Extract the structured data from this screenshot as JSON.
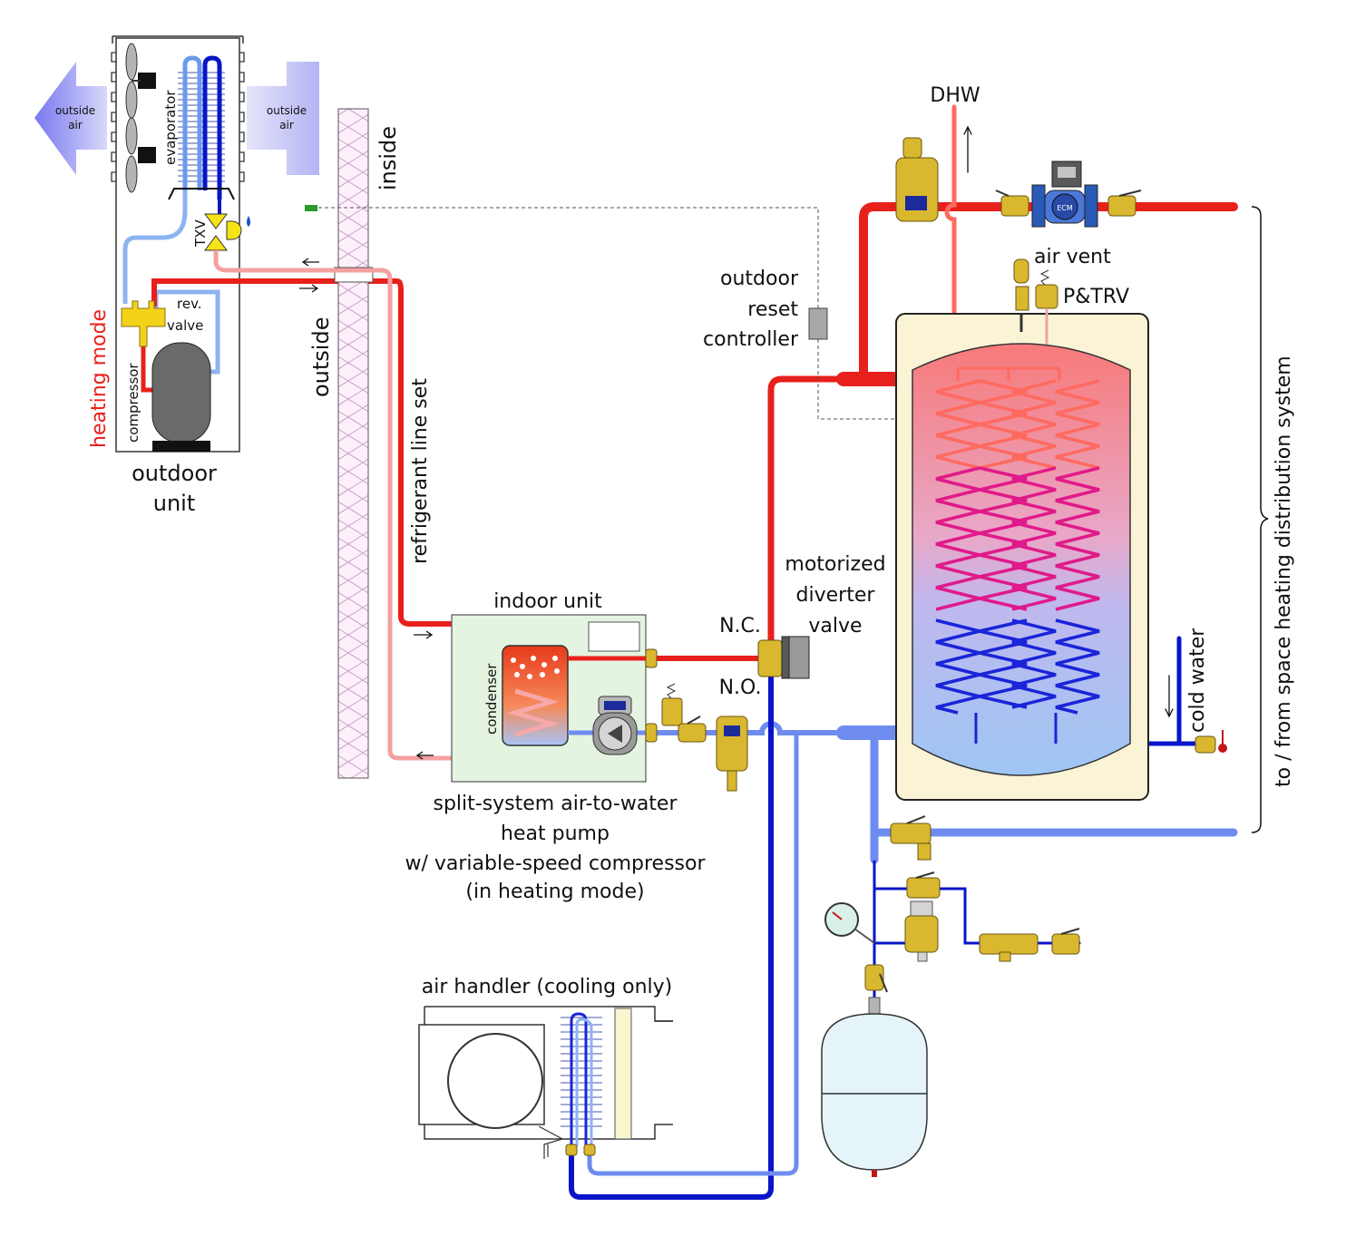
{
  "labels": {
    "outside_air_left_1": "outside",
    "outside_air_left_2": "air",
    "outside_air_right_1": "outside",
    "outside_air_right_2": "air",
    "evaporator": "evaporator",
    "txv": "TXV",
    "rev_valve_1": "rev.",
    "rev_valve_2": "valve",
    "compressor": "compressor",
    "heating_mode": "heating mode",
    "outdoor_unit_1": "outdoor",
    "outdoor_unit_2": "unit",
    "inside": "inside",
    "outside": "outside",
    "refrigerant_line_set": "refrigerant line set",
    "indoor_unit": "indoor unit",
    "condenser": "condenser",
    "heat_pump_1": "split-system air-to-water",
    "heat_pump_2": "heat pump",
    "heat_pump_3": "w/ variable-speed compressor",
    "heat_pump_4": "(in heating mode)",
    "air_handler": "air handler (cooling only)",
    "dhw": "DHW",
    "air_vent": "air vent",
    "ptrv": "P&TRV",
    "reset_1": "outdoor",
    "reset_2": "reset",
    "reset_3": "controller",
    "diverter_1": "motorized",
    "diverter_2": "diverter",
    "diverter_3": "valve",
    "nc": "N.C.",
    "no": "N.O.",
    "cold_water": "cold water",
    "distribution": "to / from space heating distribution system",
    "ecm": "ECM"
  },
  "colors": {
    "hot": "#e8201c",
    "hot_light": "#f4a0a0",
    "cold": "#0a14c8",
    "cool": "#6e8cf0",
    "refrig_light": "#8cb4f0",
    "brass": "#d9b830",
    "tank_shell": "#fbf3d6",
    "indoor_unit_fill": "#e4f4e0"
  }
}
